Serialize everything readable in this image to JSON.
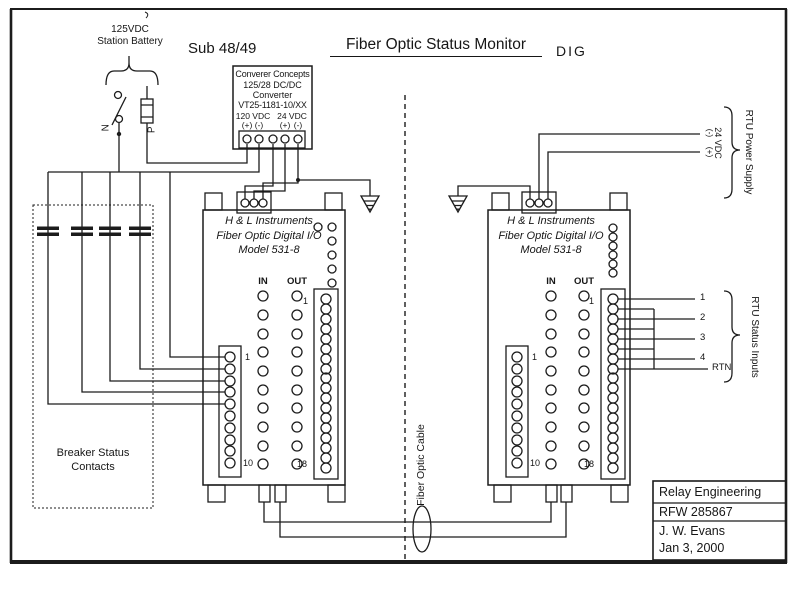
{
  "header": {
    "battery_line1": "125VDC",
    "battery_line2": "Station Battery",
    "sub": "Sub 48/49",
    "title": "Fiber Optic Status Monitor",
    "dig": "DIG"
  },
  "battery": {
    "switch_label": "N",
    "fuse_label": "P"
  },
  "converter": {
    "name1": "Converer Concepts",
    "name2": "125/28 DC/DC",
    "name3": "Converter",
    "name4": "VT25-1181-10/XX",
    "v120": "120 VDC",
    "v24": "24 VDC",
    "pos": "(+)",
    "neg": "(-)"
  },
  "left_module": {
    "mfr": "H & L Instruments",
    "product": "Fiber Optic Digital I/O",
    "model": "Model 531-8",
    "in_label": "IN",
    "out_label": "OUT",
    "input_strip_first": "1",
    "input_strip_last": "10",
    "io_strip_first": "1",
    "io_strip_last": "18"
  },
  "right_module": {
    "mfr": "H & L Instruments",
    "product": "Fiber Optic Digital I/O",
    "model": "Model 531-8",
    "in_label": "IN",
    "out_label": "OUT",
    "input_strip_first": "1",
    "input_strip_last": "10",
    "io_strip_first": "1",
    "io_strip_last": "18"
  },
  "breaker_box": {
    "line1": "Breaker Status",
    "line2": "Contacts"
  },
  "fiber": {
    "cable_label": "Fiber Optic Cable"
  },
  "rtu_power": {
    "neg": "(-)",
    "pos": "(+)",
    "voltage": "24 VDC",
    "brace_label": "RTU Power Supply"
  },
  "rtu_status": {
    "in1": "1",
    "in2": "2",
    "in3": "3",
    "in4": "4",
    "rtn": "RTN",
    "brace_label": "RTU Status Inputs"
  },
  "title_block": {
    "company": "Relay Engineering",
    "rfw": "RFW 285867",
    "author": "J. W. Evans",
    "date": "Jan 3, 2000"
  }
}
